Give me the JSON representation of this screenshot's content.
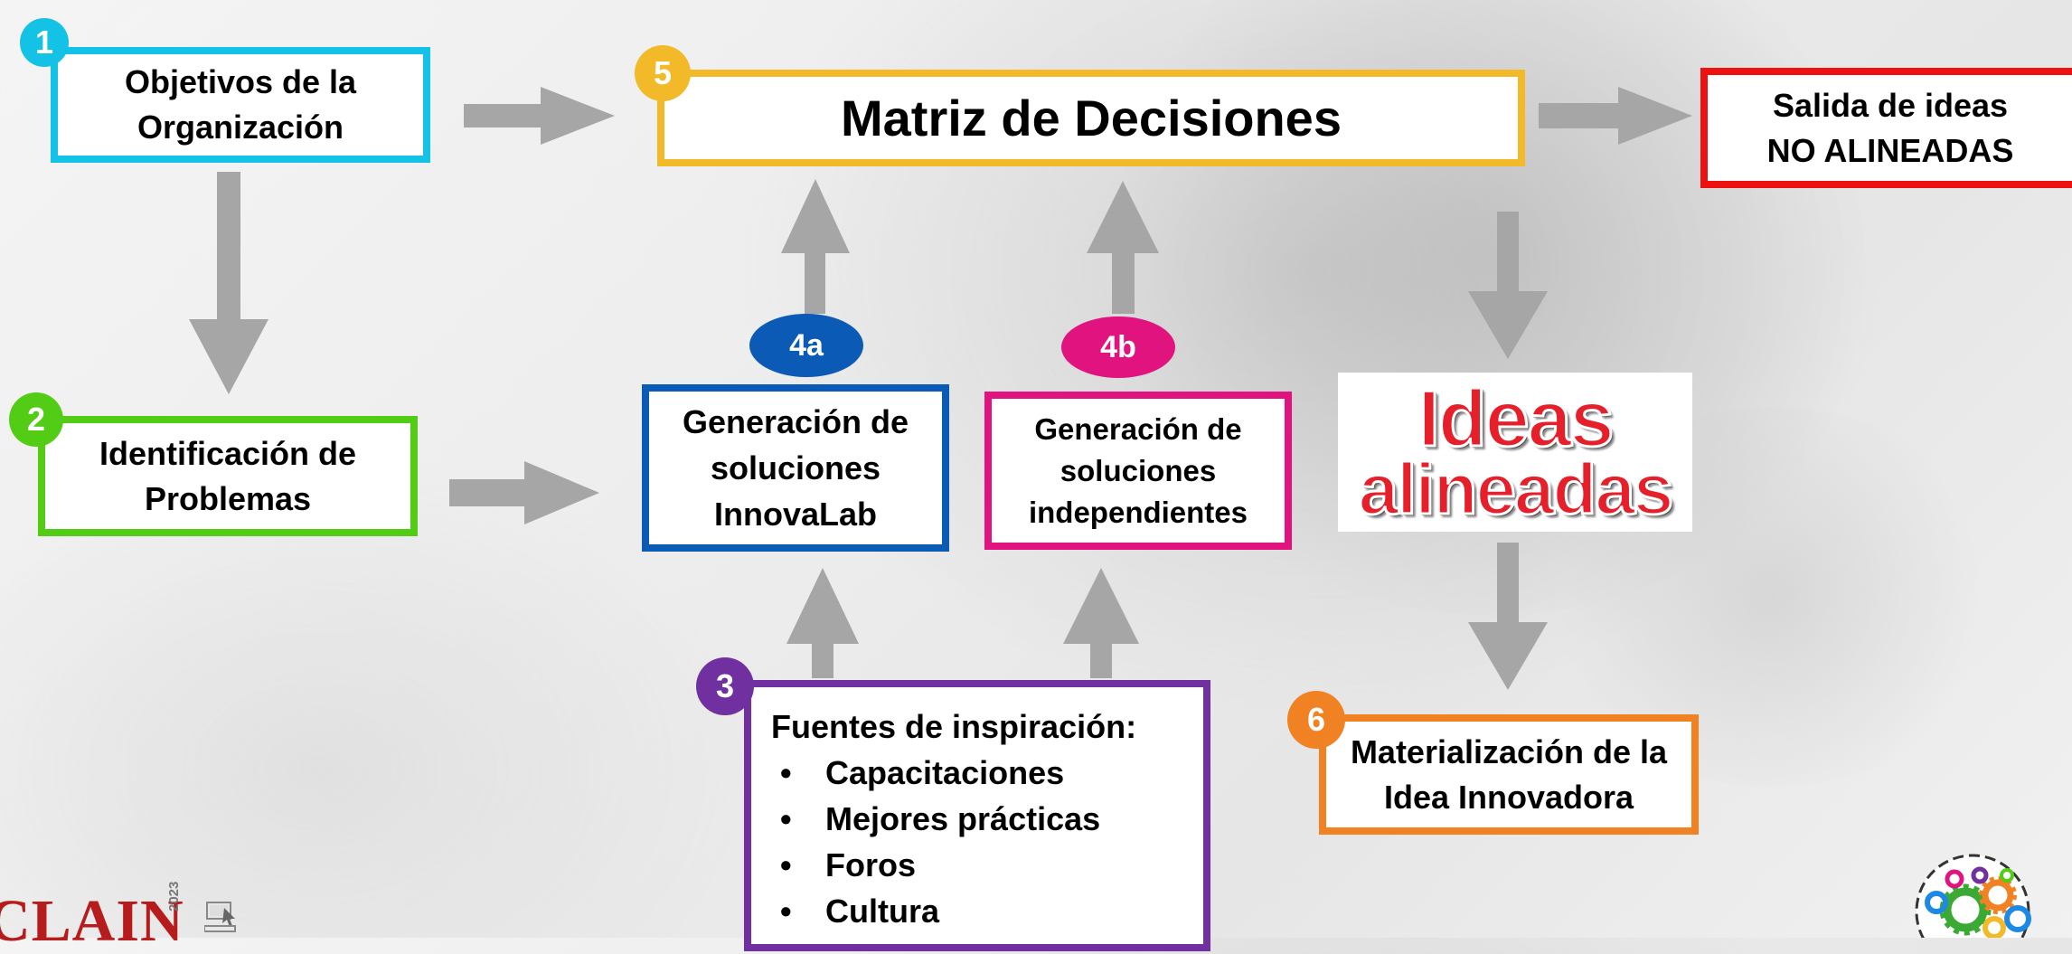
{
  "steps": {
    "step1": {
      "badge": "1",
      "line1": "Objetivos de la",
      "line2": "Organización"
    },
    "step2": {
      "badge": "2",
      "line1": "Identificación de",
      "line2": "Problemas"
    },
    "step3": {
      "badge": "3",
      "title": "Fuentes de inspiración:",
      "items": [
        "Capacitaciones",
        "Mejores prácticas",
        "Foros",
        "Cultura"
      ]
    },
    "step4a": {
      "badge": "4a",
      "line1": "Generación de",
      "line2": "soluciones",
      "line3": "InnovaLab"
    },
    "step4b": {
      "badge": "4b",
      "line1": "Generación de",
      "line2": "soluciones",
      "line3": "independientes"
    },
    "step5": {
      "badge": "5",
      "title": "Matriz de Decisiones"
    },
    "step6": {
      "badge": "6",
      "line1": "Materialización de la",
      "line2": "Idea Innovadora"
    }
  },
  "output_not_aligned": {
    "line1": "Salida de ideas",
    "line2": "NO ALINEADAS"
  },
  "aligned_logo": {
    "line1": "Ideas",
    "line2": "alineadas"
  },
  "colors": {
    "step1": "#14c2e6",
    "step2": "#52cc15",
    "step3": "#7030a0",
    "step4a": "#0b5ab5",
    "step4b": "#e0137f",
    "step5": "#f2b928",
    "step6": "#f08223",
    "not_aligned": "#ee1111",
    "arrow": "#a6a6a6"
  },
  "icons": {
    "bottom_left_logo": "clain-2023-logo",
    "bottom_right_logo": "gears-logo"
  },
  "footer": {
    "logo_text": "CLAIN",
    "logo_year": "2023"
  }
}
